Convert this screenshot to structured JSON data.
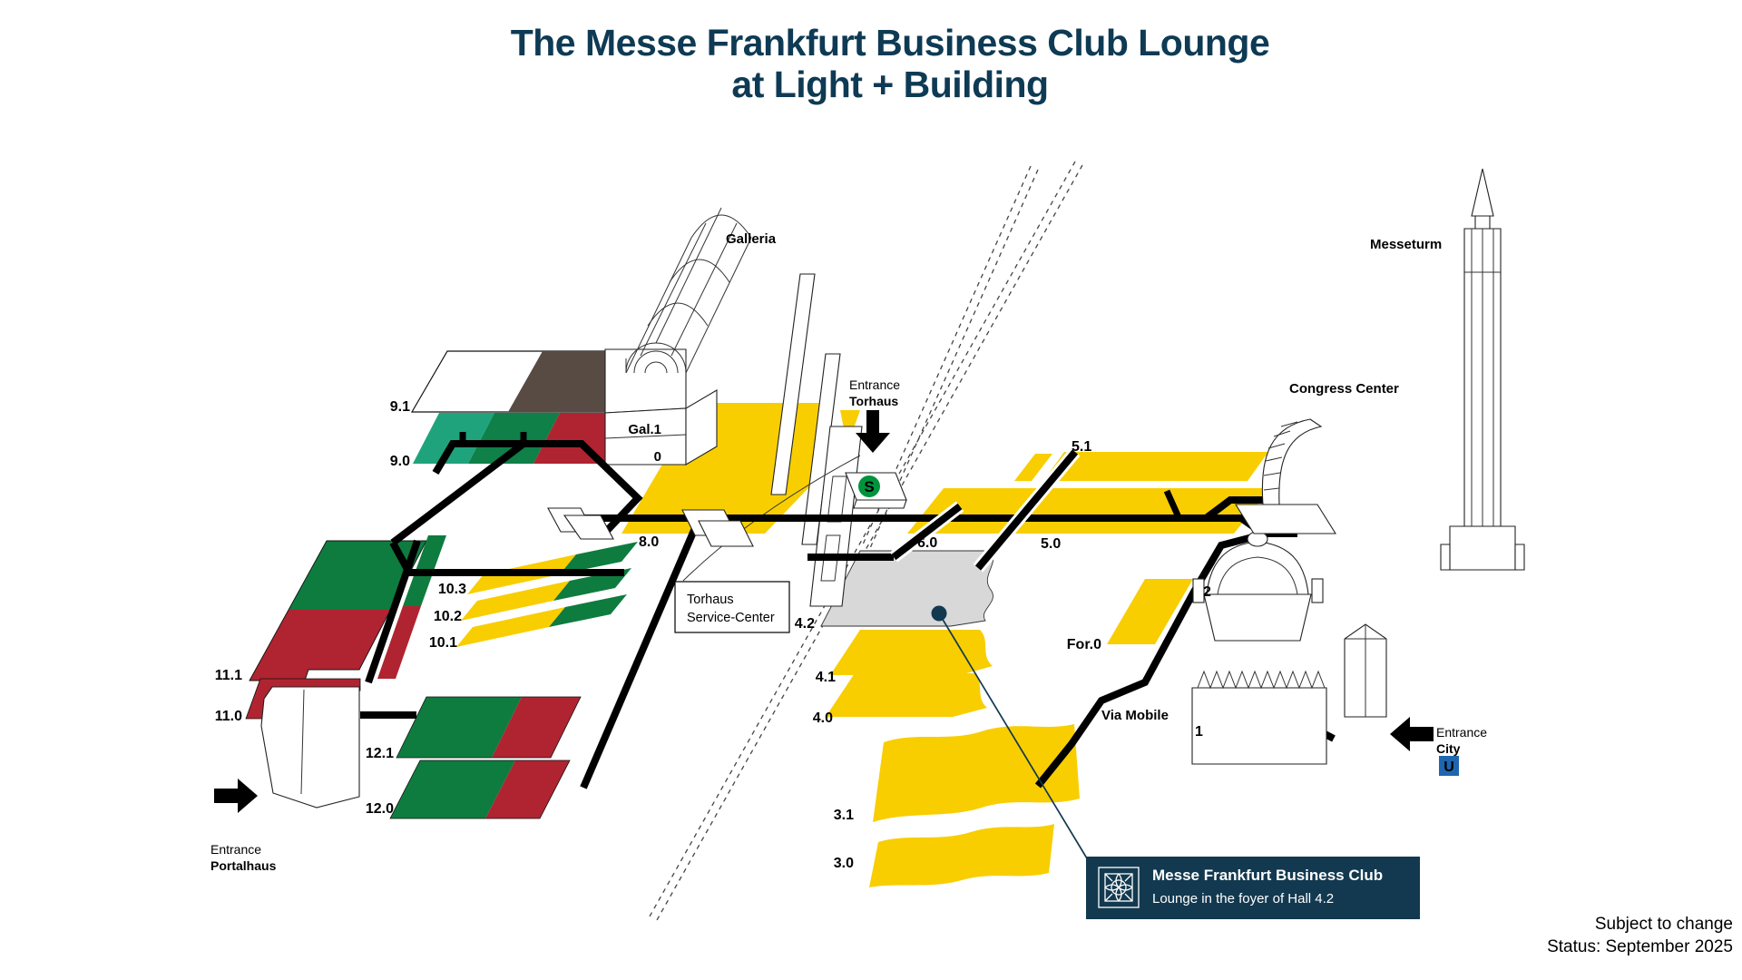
{
  "title": {
    "line1": "The Messe Frankfurt Business Club Lounge",
    "line2": "at Light + Building"
  },
  "labels": {
    "h9_1": "9.1",
    "h9_0": "9.0",
    "gal1": "Gal.1",
    "g0": "0",
    "h8_0": "8.0",
    "h10_3": "10.3",
    "h10_2": "10.2",
    "h10_1": "10.1",
    "h11_1": "11.1",
    "h11_0": "11.0",
    "h12_1": "12.1",
    "h12_0": "12.0",
    "h4_2": "4.2",
    "h4_1": "4.1",
    "h4_0": "4.0",
    "h3_1": "3.1",
    "h3_0": "3.0",
    "h6_0": "6.0",
    "h5_0": "5.0",
    "h5_1": "5.1",
    "for0": "For.0",
    "h2": "2",
    "h1": "1"
  },
  "places": {
    "galleria": "Galleria",
    "messeturm": "Messeturm",
    "congress_center": "Congress Center",
    "via_mobile": "Via Mobile",
    "torhaus_service_center_line1": "Torhaus",
    "torhaus_service_center_line2": "Service-Center"
  },
  "entrances": {
    "torhaus": {
      "line1": "Entrance",
      "line2": "Torhaus"
    },
    "portalhaus": {
      "line1": "Entrance",
      "line2": "Portalhaus"
    },
    "city": {
      "line1": "Entrance",
      "line2": "City"
    }
  },
  "transit": {
    "sbahn": "S",
    "ubahn": "U"
  },
  "badge": {
    "title": "Messe Frankfurt Business Club",
    "subtitle": "Lounge in the foyer of Hall 4.2"
  },
  "footer": {
    "line1": "Subject to change",
    "line2": "Status: September 2025"
  },
  "colors": {
    "title_navy": "#0E3A54",
    "badge_bg": "#12394F",
    "hall_yellow": "#F8CE00",
    "hall_green": "#0E7C3F",
    "hall_teal_green": "#1FA37D",
    "hall_mid_green": "#0E8048",
    "hall_red": "#AF2430",
    "hall_brown": "#584B43",
    "hall_grey": "#D8D8D8",
    "sbahn_green": "#00933D",
    "ubahn_blue": "#1E66B0"
  }
}
